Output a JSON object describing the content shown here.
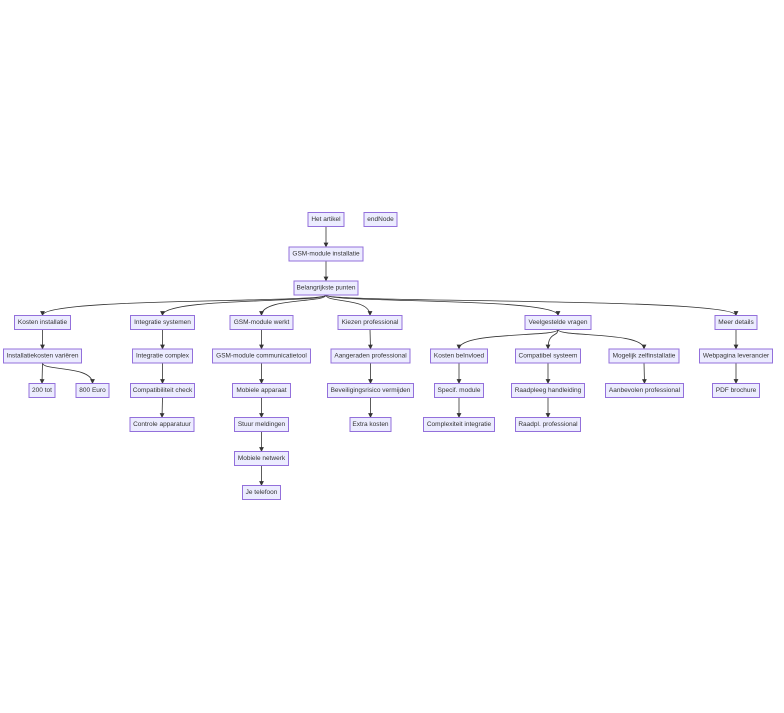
{
  "diagram": {
    "nodes": [
      {
        "id": "het_artikel",
        "label": "Het artikel"
      },
      {
        "id": "end_node",
        "label": "endNode"
      },
      {
        "id": "gsm_install",
        "label": "GSM-module installatie"
      },
      {
        "id": "belangrijkste",
        "label": "Belangrijkste punten"
      },
      {
        "id": "kosten_install",
        "label": "Kosten installatie"
      },
      {
        "id": "integratie_sys",
        "label": "Integratie systemen"
      },
      {
        "id": "gsm_werkt",
        "label": "GSM-module werkt"
      },
      {
        "id": "kiezen_prof",
        "label": "Kiezen professional"
      },
      {
        "id": "veelgestelde",
        "label": "Veelgestelde vragen"
      },
      {
        "id": "meer_details",
        "label": "Meer details"
      },
      {
        "id": "kosten_varieren",
        "label": "Installatiekosten variëren"
      },
      {
        "id": "k200",
        "label": "200 tot"
      },
      {
        "id": "k800",
        "label": "800 Euro"
      },
      {
        "id": "integratie_complex",
        "label": "Integratie complex"
      },
      {
        "id": "compat_check",
        "label": "Compatibiliteit check"
      },
      {
        "id": "controle_app",
        "label": "Controle apparatuur"
      },
      {
        "id": "gsm_comm",
        "label": "GSM-module communicatietool"
      },
      {
        "id": "mobiele_app",
        "label": "Mobiele apparaat"
      },
      {
        "id": "stuur_meld",
        "label": "Stuur meldingen"
      },
      {
        "id": "mobiele_netw",
        "label": "Mobiele netwerk"
      },
      {
        "id": "je_telefoon",
        "label": "Je telefoon"
      },
      {
        "id": "aangeraden",
        "label": "Aangeraden professional"
      },
      {
        "id": "beveiliging",
        "label": "Beveiligingsrisico vermijden"
      },
      {
        "id": "extra_kosten",
        "label": "Extra kosten"
      },
      {
        "id": "kosten_beinv",
        "label": "Kosten beïnvloed"
      },
      {
        "id": "specif_module",
        "label": "Specif. module"
      },
      {
        "id": "complexiteit",
        "label": "Complexiteit integratie"
      },
      {
        "id": "compat_sys",
        "label": "Compatibel systeem"
      },
      {
        "id": "raadpleeg",
        "label": "Raadpleeg handleiding"
      },
      {
        "id": "raadpl_prof",
        "label": "Raadpl. professional"
      },
      {
        "id": "mogelijk_zelf",
        "label": "Mogelijk zelfinstallatie"
      },
      {
        "id": "aanbevolen",
        "label": "Aanbevolen professional"
      },
      {
        "id": "webpagina",
        "label": "Webpagina leverancier"
      },
      {
        "id": "pdf",
        "label": "PDF brochure"
      }
    ],
    "edges": [
      {
        "from": "het_artikel",
        "to": "gsm_install"
      },
      {
        "from": "gsm_install",
        "to": "belangrijkste"
      },
      {
        "from": "belangrijkste",
        "to": "kosten_install"
      },
      {
        "from": "belangrijkste",
        "to": "integratie_sys"
      },
      {
        "from": "belangrijkste",
        "to": "gsm_werkt"
      },
      {
        "from": "belangrijkste",
        "to": "kiezen_prof"
      },
      {
        "from": "belangrijkste",
        "to": "veelgestelde"
      },
      {
        "from": "belangrijkste",
        "to": "meer_details"
      },
      {
        "from": "kosten_install",
        "to": "kosten_varieren"
      },
      {
        "from": "kosten_varieren",
        "to": "k200"
      },
      {
        "from": "kosten_varieren",
        "to": "k800"
      },
      {
        "from": "integratie_sys",
        "to": "integratie_complex"
      },
      {
        "from": "integratie_complex",
        "to": "compat_check"
      },
      {
        "from": "compat_check",
        "to": "controle_app"
      },
      {
        "from": "gsm_werkt",
        "to": "gsm_comm"
      },
      {
        "from": "gsm_comm",
        "to": "mobiele_app"
      },
      {
        "from": "mobiele_app",
        "to": "stuur_meld"
      },
      {
        "from": "stuur_meld",
        "to": "mobiele_netw"
      },
      {
        "from": "mobiele_netw",
        "to": "je_telefoon"
      },
      {
        "from": "kiezen_prof",
        "to": "aangeraden"
      },
      {
        "from": "aangeraden",
        "to": "beveiliging"
      },
      {
        "from": "beveiliging",
        "to": "extra_kosten"
      },
      {
        "from": "veelgestelde",
        "to": "kosten_beinv"
      },
      {
        "from": "veelgestelde",
        "to": "compat_sys"
      },
      {
        "from": "veelgestelde",
        "to": "mogelijk_zelf"
      },
      {
        "from": "kosten_beinv",
        "to": "specif_module"
      },
      {
        "from": "specif_module",
        "to": "complexiteit"
      },
      {
        "from": "compat_sys",
        "to": "raadpleeg"
      },
      {
        "from": "raadpleeg",
        "to": "raadpl_prof"
      },
      {
        "from": "mogelijk_zelf",
        "to": "aanbevolen"
      },
      {
        "from": "meer_details",
        "to": "webpagina"
      },
      {
        "from": "webpagina",
        "to": "pdf"
      }
    ]
  }
}
